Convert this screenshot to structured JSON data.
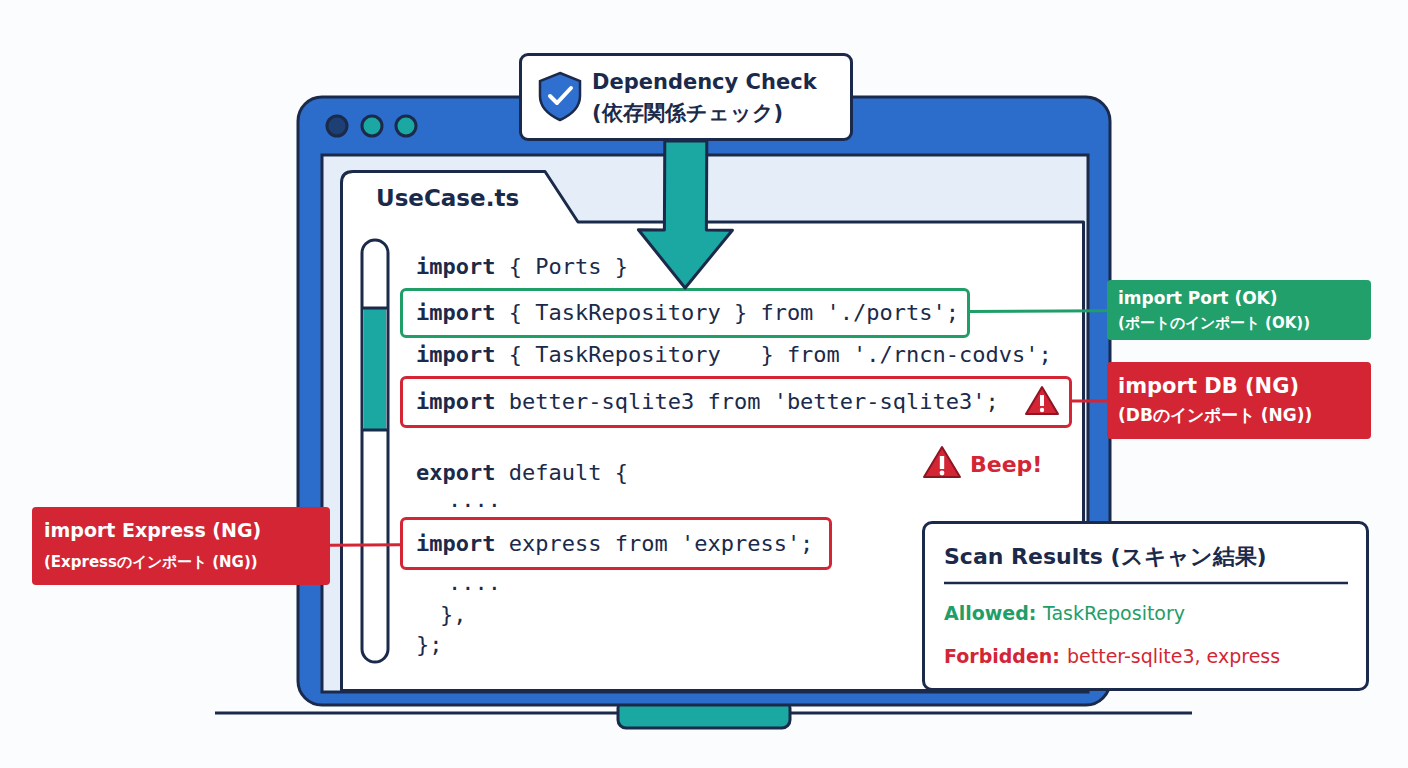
{
  "diagram": {
    "nodes": [
      {
        "text": [
          "Dependency Check",
          "(依存関係チェック)"
        ]
      },
      {
        "text": [
          "UseCase.ts",
          "import { Ports }",
          "import { TaskRepository   } from './rncn-codvs';",
          "export default {",
          "....",
          "....",
          "},",
          "};"
        ]
      },
      {
        "text": [
          "import { TaskRepository } from './ports';"
        ],
        "in": 1
      },
      {
        "text": [
          "import Port (OK)",
          "(ポートのインポート (OK))"
        ]
      },
      {
        "text": [
          "import better-sqlite3 from 'better-sqlite3';"
        ],
        "in": 1
      },
      {
        "text": [
          "import DB (NG)",
          "(DBのインポート (NG))"
        ]
      },
      {
        "text": [
          "import Express (NG)",
          "(Expressのインポート (NG))"
        ]
      },
      {
        "text": [
          "import express from 'express';"
        ],
        "in": 1
      },
      {
        "text": [
          "Scan Results (スキャン結果)",
          "Allowed:",
          "TaskRepository",
          "Forbidden:",
          "better-sqlite3, express"
        ]
      }
    ],
    "edges": [
      {
        "from": 0,
        "to": 2,
        "arrow": "to"
      },
      {
        "from": 3,
        "to": 2,
        "arrow": "none"
      },
      {
        "from": 5,
        "to": 4,
        "arrow": "none"
      },
      {
        "from": 6,
        "to": 7,
        "arrow": "none"
      }
    ],
    "labels": [
      "Beep!"
    ]
  }
}
